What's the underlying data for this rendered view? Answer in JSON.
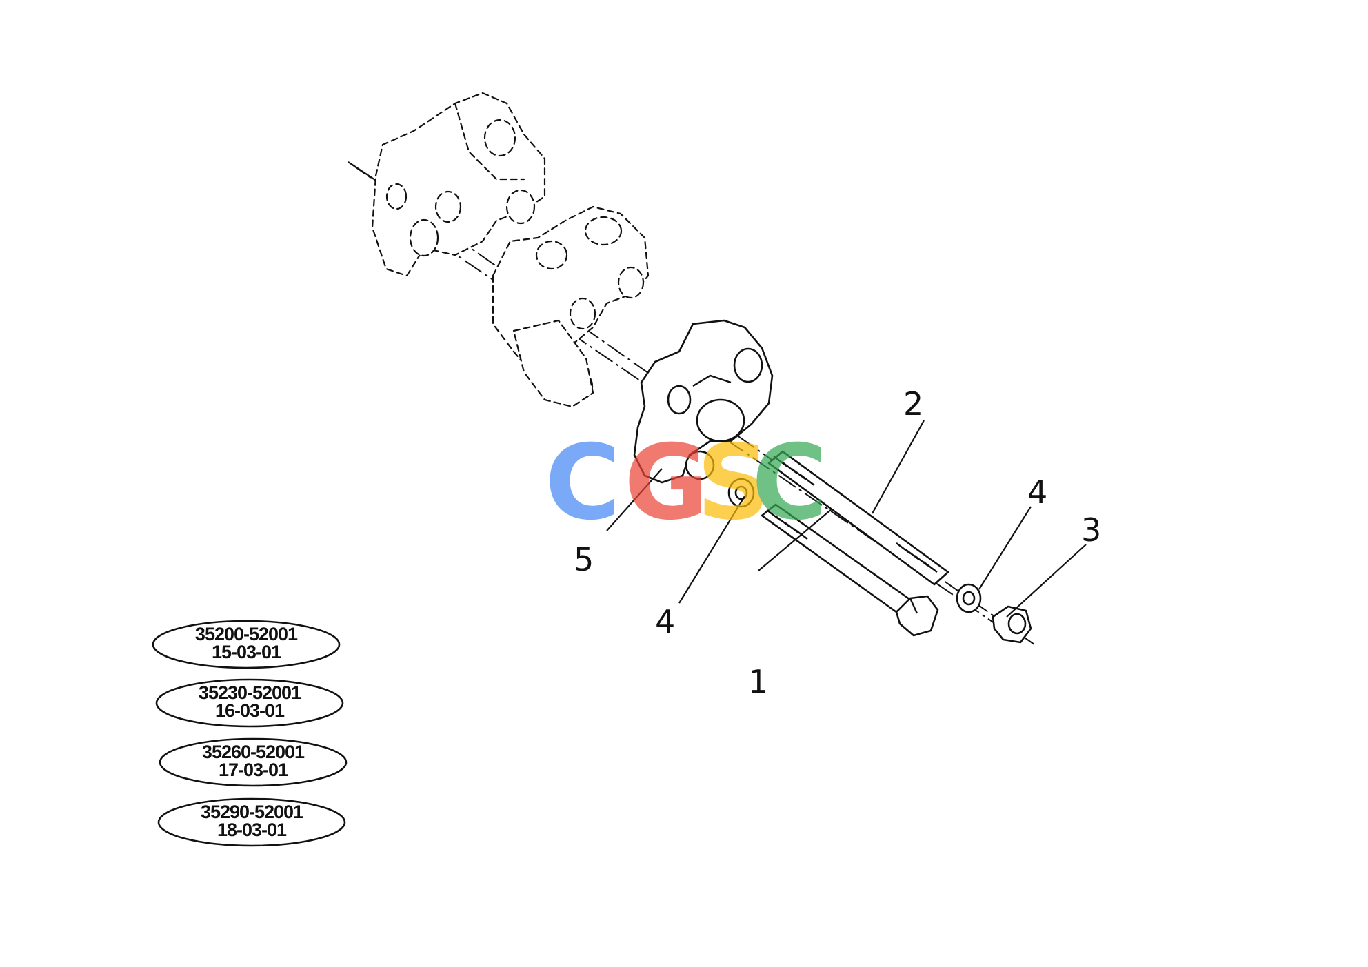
{
  "callouts": [
    {
      "id": "1",
      "label": "1"
    },
    {
      "id": "2",
      "label": "2"
    },
    {
      "id": "3",
      "label": "3"
    },
    {
      "id": "4a",
      "label": "4"
    },
    {
      "id": "4b",
      "label": "4"
    },
    {
      "id": "5",
      "label": "5"
    }
  ],
  "references": [
    {
      "part": "35200-52001",
      "page": "15-03-01"
    },
    {
      "part": "35230-52001",
      "page": "16-03-01"
    },
    {
      "part": "35260-52001",
      "page": "17-03-01"
    },
    {
      "part": "35290-52001",
      "page": "18-03-01"
    }
  ],
  "watermark": {
    "letters": [
      "C",
      "G",
      "S",
      "C"
    ],
    "colors": [
      "#4285f4",
      "#ea4335",
      "#fbbc05",
      "#34a853"
    ]
  }
}
